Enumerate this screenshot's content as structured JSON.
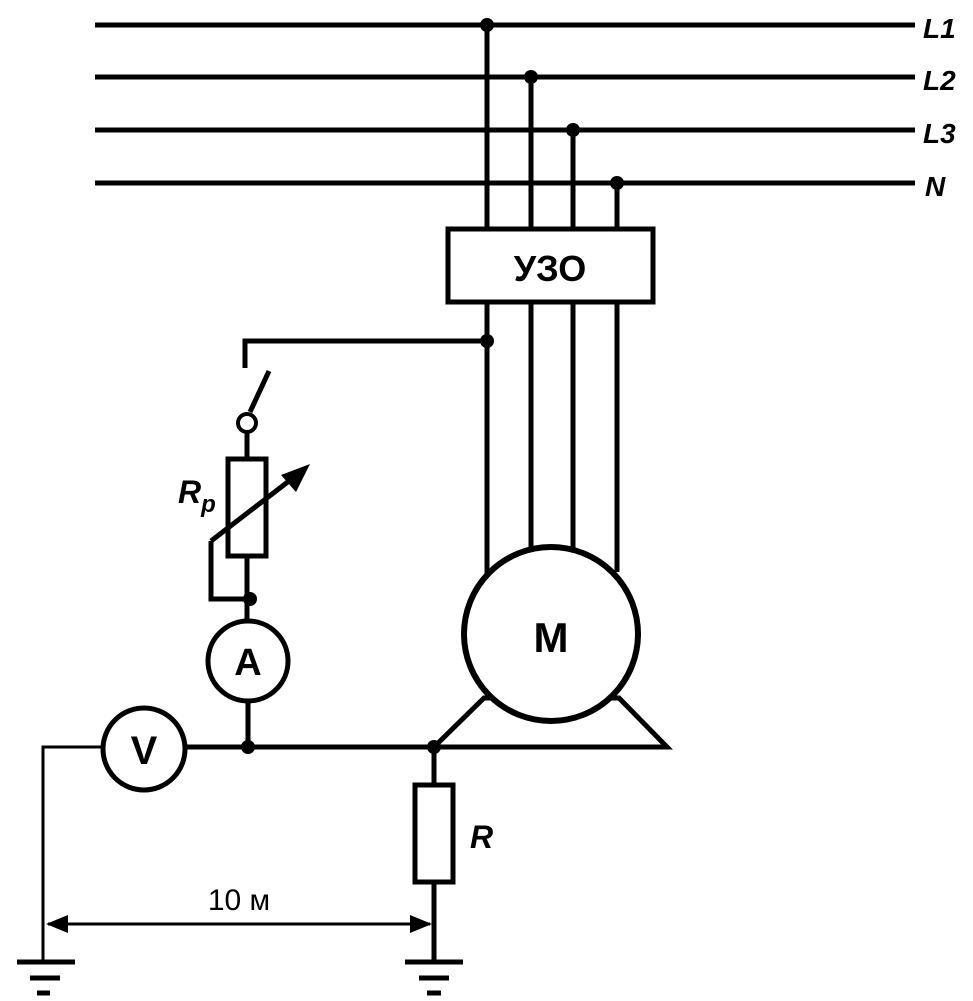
{
  "lines": {
    "l1": "L1",
    "l2": "L2",
    "l3": "L3",
    "n": "N"
  },
  "components": {
    "rcd_label": "УЗО",
    "motor_label": "M",
    "ammeter_label": "A",
    "voltmeter_label": "V",
    "rheostat_label_main": "R",
    "rheostat_label_sub": "p",
    "resistor_label": "R"
  },
  "dimension": {
    "distance_label": "10 м"
  }
}
